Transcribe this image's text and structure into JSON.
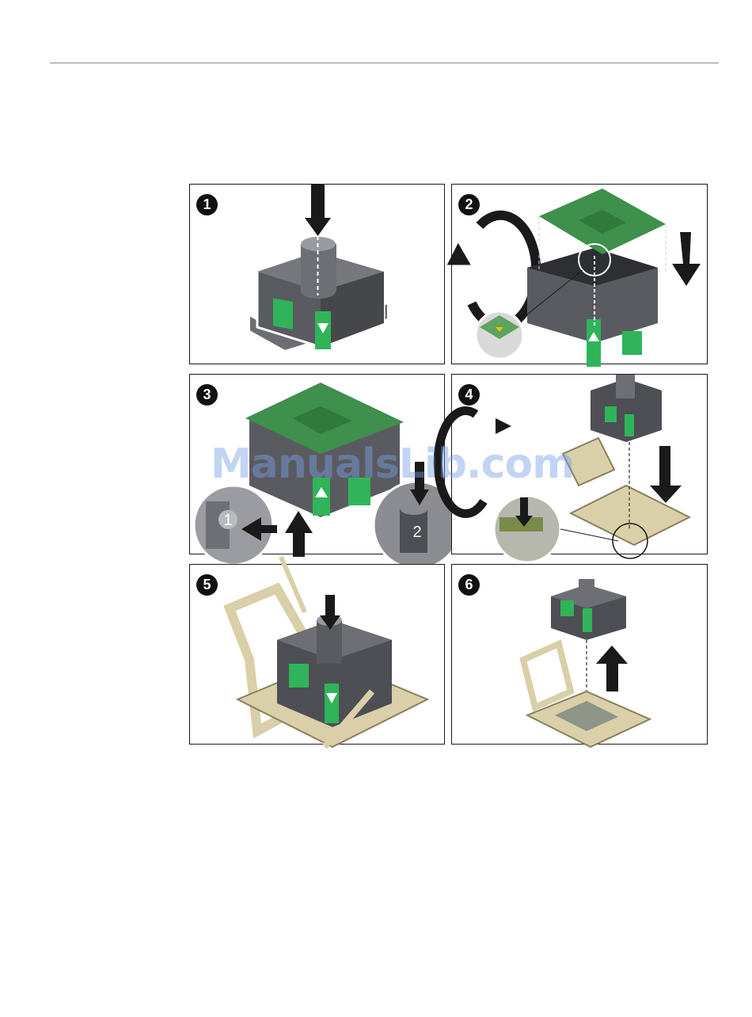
{
  "steps": [
    {
      "number": "1"
    },
    {
      "number": "2"
    },
    {
      "number": "3",
      "callouts": [
        "1",
        "2"
      ]
    },
    {
      "number": "4"
    },
    {
      "number": "5"
    },
    {
      "number": "6"
    }
  ],
  "watermark": "ManualsLib.com",
  "colors": {
    "tool_body": "#5a5b60",
    "tool_dark": "#3c3d41",
    "tool_light": "#8c8d92",
    "green_tab": "#2fb45a",
    "cpu_green": "#3f8f4d",
    "socket_beige": "#d9cfa8",
    "arrow": "#1a1a1a"
  }
}
